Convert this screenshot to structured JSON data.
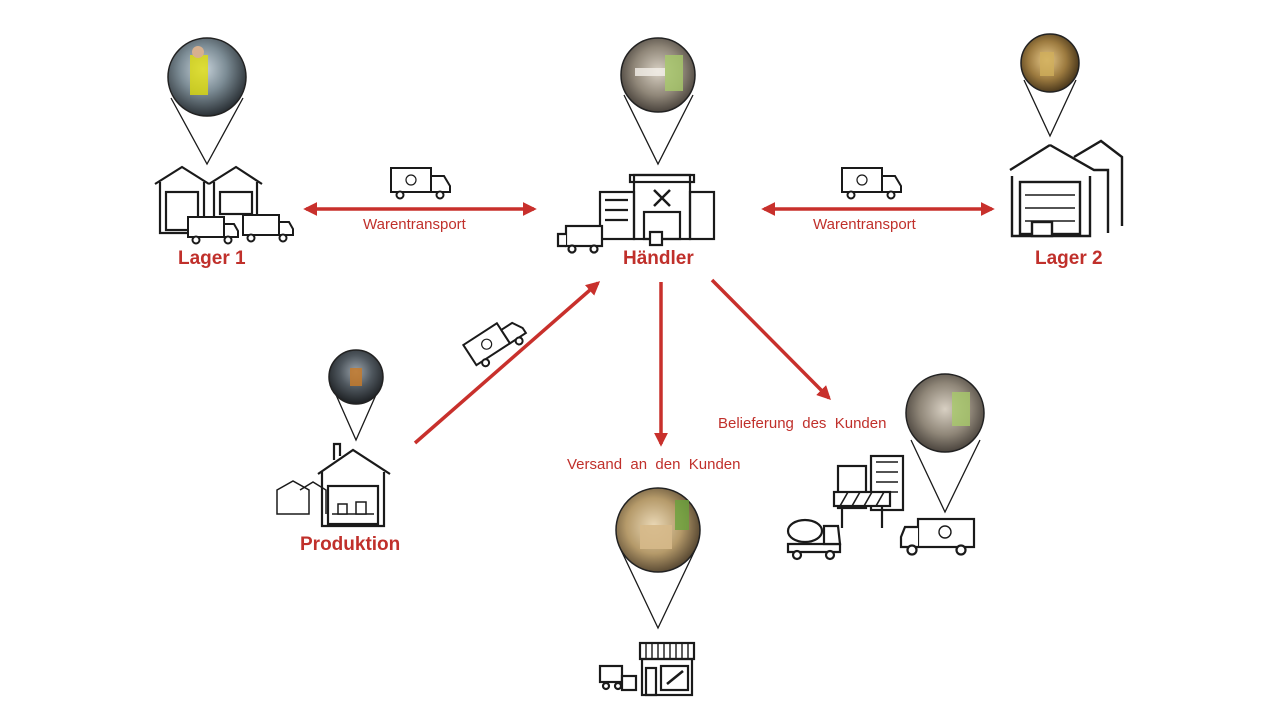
{
  "colors": {
    "accent": "#c8302c",
    "icon_stroke": "#1a1a1a",
    "background": "#ffffff"
  },
  "nodes": {
    "lager1": {
      "label": "Lager 1"
    },
    "haendler": {
      "label": "Händler"
    },
    "lager2": {
      "label": "Lager 2"
    },
    "produktion": {
      "label": "Produktion"
    }
  },
  "edges": {
    "transport_left": {
      "label": "Warentransport"
    },
    "transport_right": {
      "label": "Warentransport"
    },
    "versand": {
      "label": "Versand  an  den  Kunden"
    },
    "belieferung": {
      "label": "Belieferung  des  Kunden"
    }
  },
  "icons": [
    "map-pin-photo-icon",
    "warehouse-icon",
    "delivery-truck-icon",
    "factory-icon",
    "shop-icon",
    "concrete-mixer-icon",
    "construction-site-icon"
  ]
}
